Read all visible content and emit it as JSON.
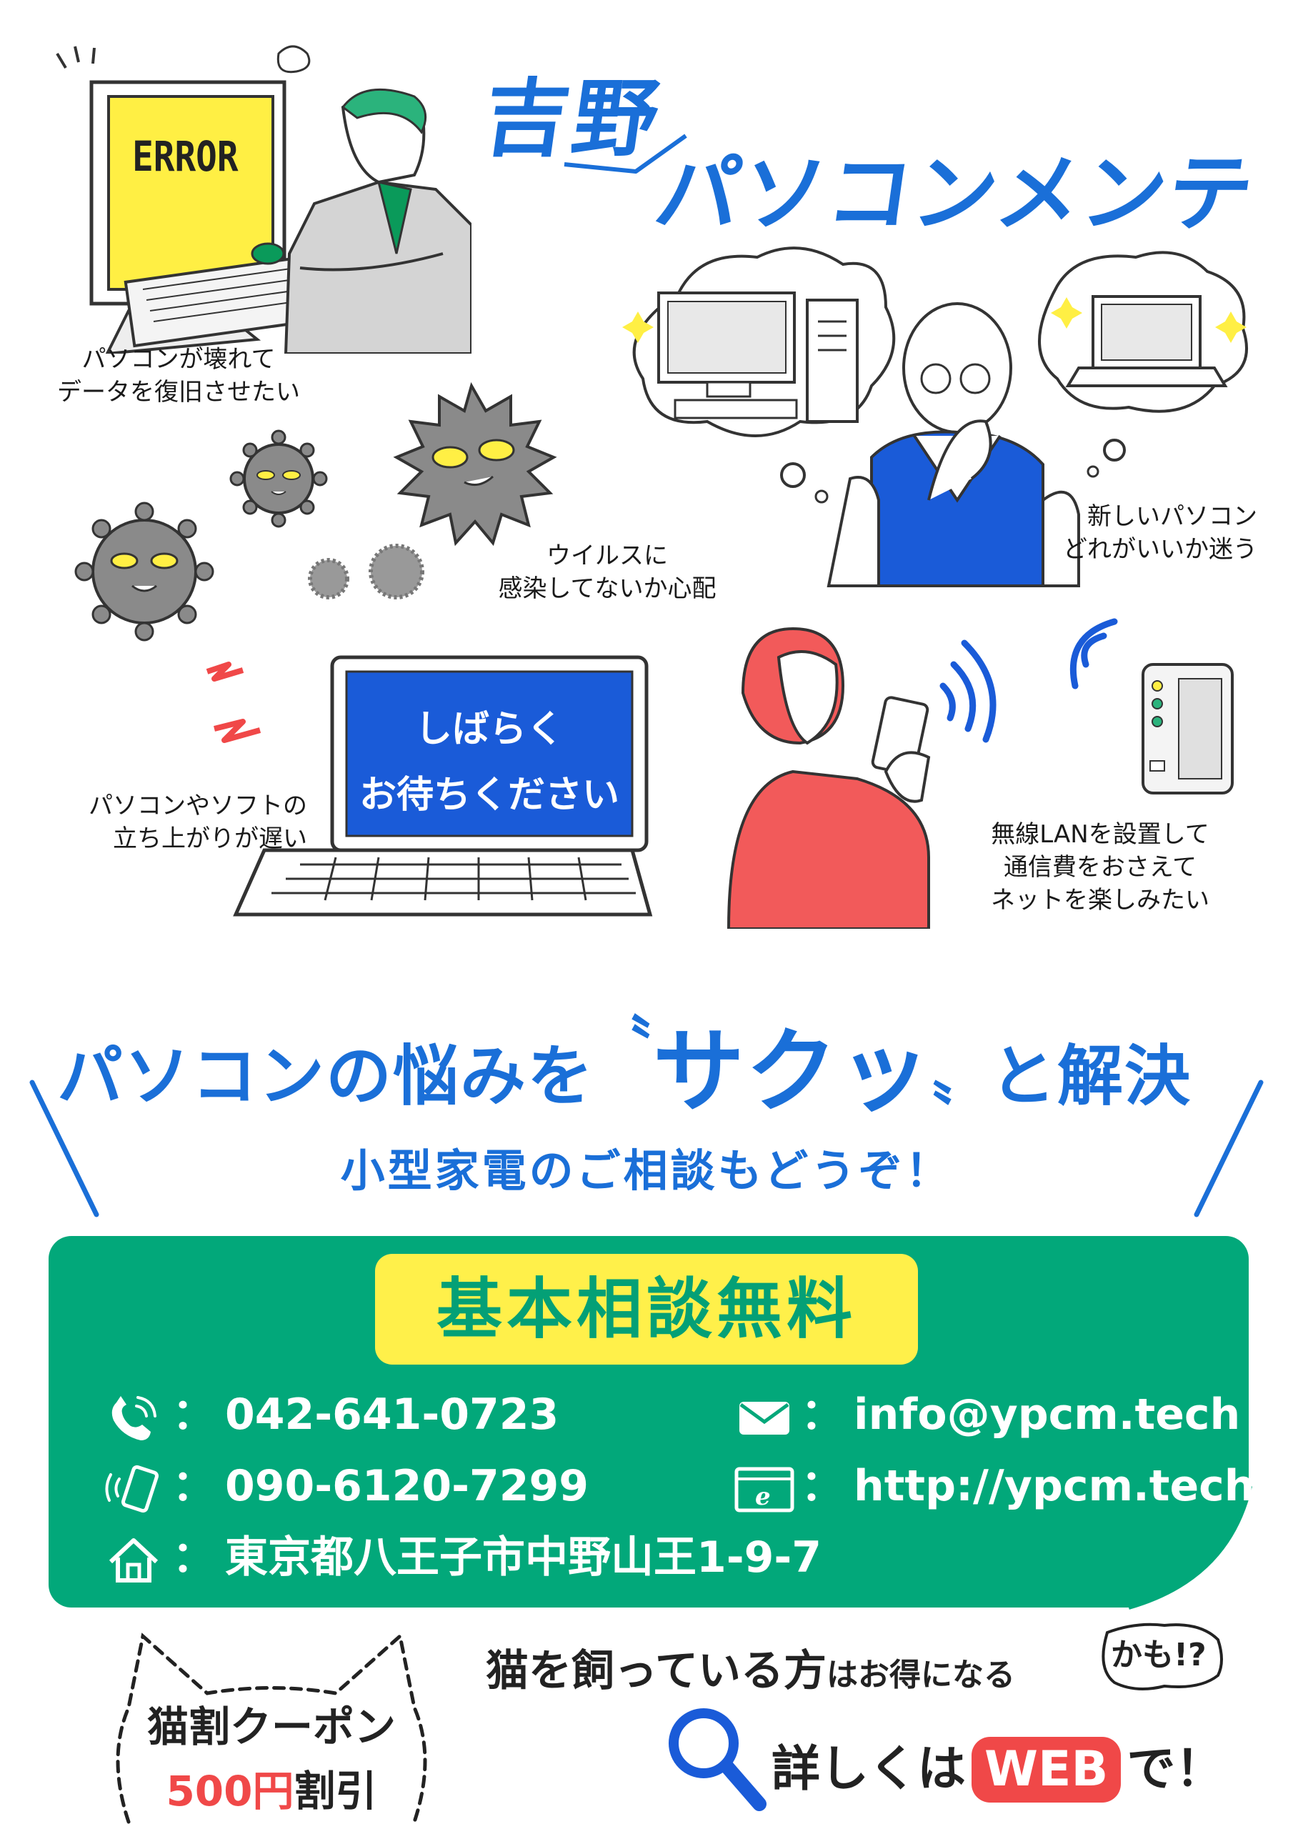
{
  "title": {
    "line1": "吉野",
    "line2": "パソコンメンテ"
  },
  "illustrations": {
    "error_screen_text": "ERROR",
    "laptop_screen_line1": "しばらく",
    "laptop_screen_line2": "お待ちください"
  },
  "concerns": [
    {
      "line1": "パソコンが壊れて",
      "line2": "データを復旧させたい"
    },
    {
      "line1": "ウイルスに",
      "line2": "感染してないか心配"
    },
    {
      "line1": "新しいパソコン",
      "line2": "どれがいいか迷う"
    },
    {
      "line1": "パソコンやソフトの",
      "line2": "立ち上がりが遅い"
    },
    {
      "line1": "無線LANを設置して",
      "line2": "通信費をおさえて",
      "line3": "ネットを楽しみたい"
    }
  ],
  "headline": {
    "pre": "パソコンの悩みを",
    "quote_open": "〝",
    "emph": "サクッ",
    "quote_close": "〟",
    "post": "と解決"
  },
  "subheadline": "小型家電のご相談もどうぞ！",
  "contact": {
    "badge": "基本相談無料",
    "sep": "：",
    "phone": "042-641-0723",
    "mobile": "090-6120-7299",
    "address": "東京都八王子市中野山王1-9-7",
    "email": "info@ypcm.tech",
    "web": "http://ypcm.tech/"
  },
  "coupon": {
    "line1": "猫割クーポン",
    "amount": "500円",
    "suffix": "割引"
  },
  "promo": {
    "main": "猫を飼っている方",
    "small": "はお得になる",
    "bubble": "かも!?"
  },
  "details": {
    "pre": "詳しくは",
    "web": "WEB",
    "post": "で！"
  },
  "colors": {
    "brand_blue": "#1a6fd8",
    "panel_green": "#02a87a",
    "badge_yellow": "#fff04a",
    "accent_red": "#f04848",
    "virus_gray": "#8a8a8a",
    "screen_yellow": "#ffef44"
  }
}
